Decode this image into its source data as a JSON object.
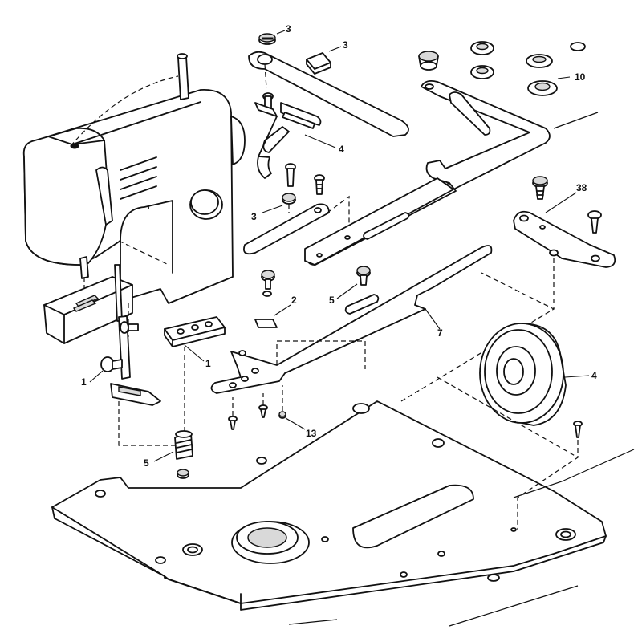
{
  "diagram": {
    "callouts": {
      "c3_top": "3",
      "c3_guide": "3",
      "c10": "10",
      "c4_bracket": "4",
      "c38": "38",
      "c3_mid": "3",
      "c5_screw": "5",
      "c2": "2",
      "c7": "7",
      "c1_plate": "1",
      "c1_foot": "1",
      "c4_wheel": "4",
      "c13": "13",
      "c5_spring": "5"
    }
  }
}
